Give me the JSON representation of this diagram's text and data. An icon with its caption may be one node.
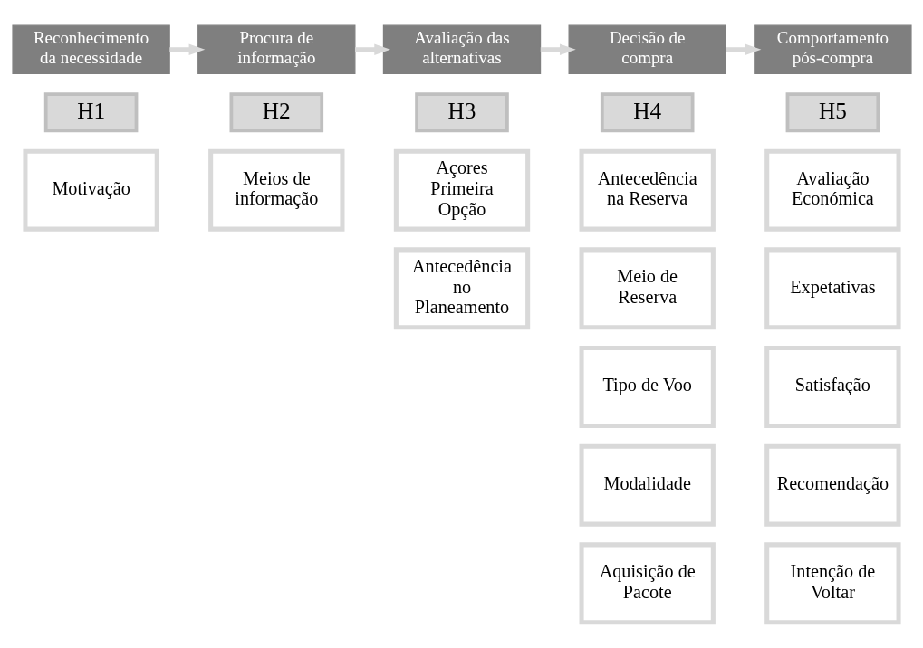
{
  "diagram": {
    "nodes": [
      {
        "text": [
          "Reconhecimento da necessidade"
        ]
      },
      {
        "text": [
          "Procura de informação"
        ]
      },
      {
        "text": [
          "Avaliação das alternativas"
        ]
      },
      {
        "text": [
          "Decisão de compra"
        ]
      },
      {
        "text": [
          "Comportamento pós-compra"
        ]
      },
      {
        "text": [
          "H1"
        ]
      },
      {
        "text": [
          "H2"
        ]
      },
      {
        "text": [
          "H3"
        ]
      },
      {
        "text": [
          "H4"
        ]
      },
      {
        "text": [
          "H5"
        ]
      },
      {
        "text": [
          "Motivação"
        ]
      },
      {
        "text": [
          "Meios de informação"
        ]
      },
      {
        "text": [
          "Açores Primeira Opção"
        ]
      },
      {
        "text": [
          "Antecedência no Planeamento"
        ]
      },
      {
        "text": [
          "Antecedência na Reserva"
        ]
      },
      {
        "text": [
          "Meio de Reserva"
        ]
      },
      {
        "text": [
          "Tipo de Voo"
        ]
      },
      {
        "text": [
          "Modalidade"
        ]
      },
      {
        "text": [
          "Aquisição de Pacote"
        ]
      },
      {
        "text": [
          "Avaliação Económica"
        ]
      },
      {
        "text": [
          "Expetativas"
        ]
      },
      {
        "text": [
          "Satisfação"
        ]
      },
      {
        "text": [
          "Recomendação"
        ]
      },
      {
        "text": [
          "Intenção de Voltar"
        ]
      }
    ],
    "edges": [
      {
        "from": 0,
        "to": 1,
        "arrow": "to"
      },
      {
        "from": 1,
        "to": 2,
        "arrow": "to"
      },
      {
        "from": 2,
        "to": 3,
        "arrow": "to"
      },
      {
        "from": 3,
        "to": 4,
        "arrow": "to"
      }
    ]
  }
}
